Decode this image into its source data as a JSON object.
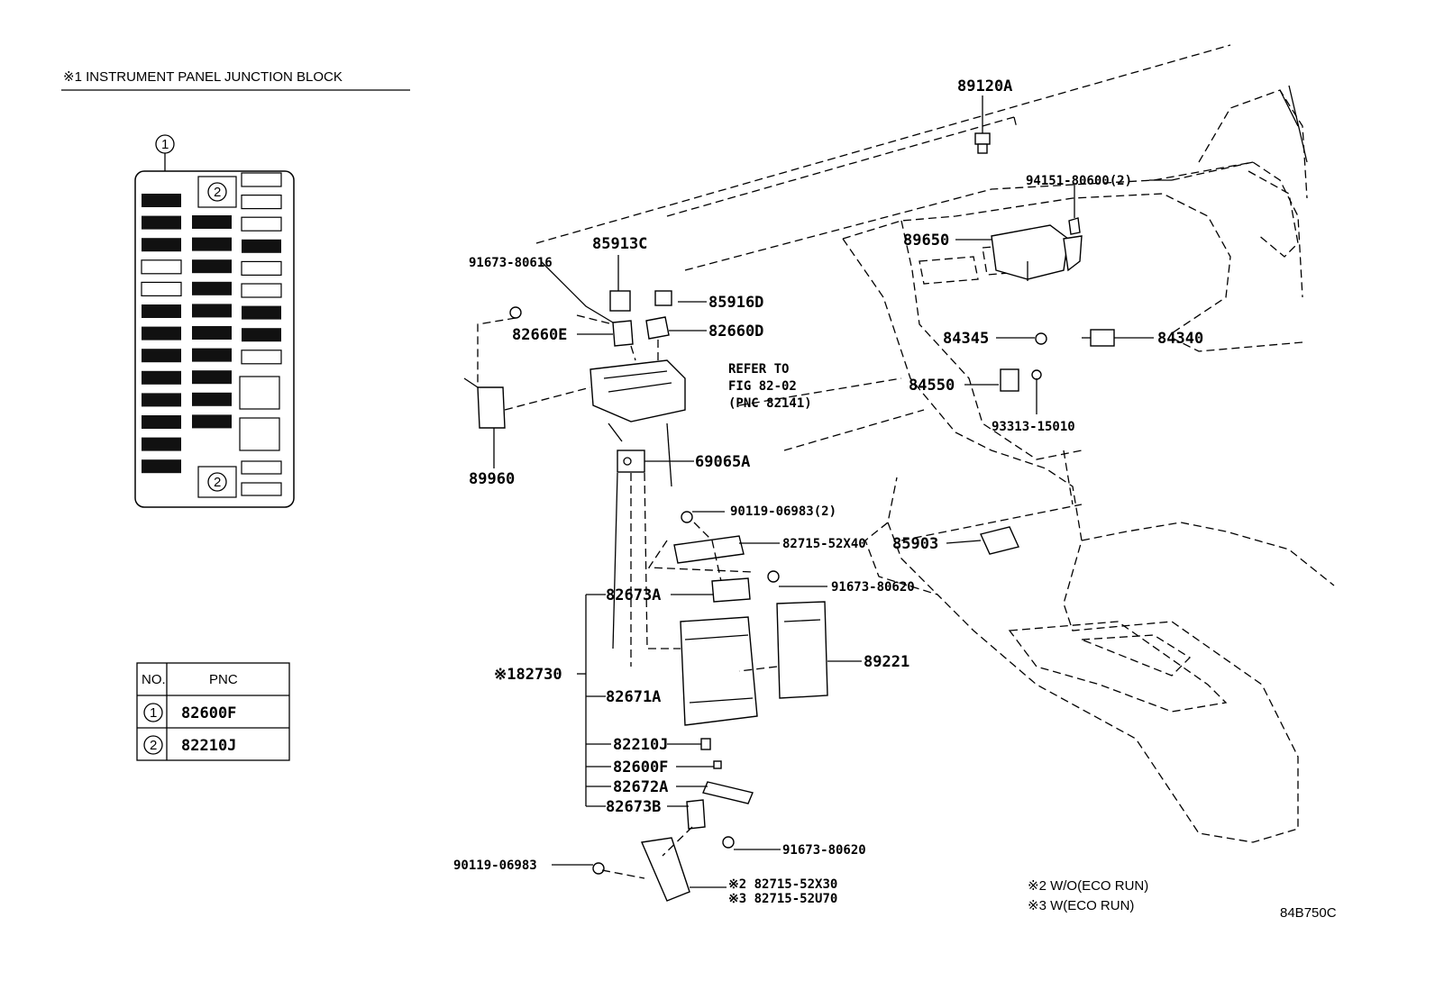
{
  "junction_block": {
    "title": "※1 INSTRUMENT PANEL JUNCTION BLOCK",
    "callout_1": "1",
    "callout_2": "2"
  },
  "pnc_table": {
    "headers": [
      "NO.",
      "PNC"
    ],
    "rows": [
      {
        "no": "1",
        "pnc": "82600F"
      },
      {
        "no": "2",
        "pnc": "82210J"
      }
    ]
  },
  "parts": {
    "p89120A": "89120A",
    "p94151": "94151-80600(2)",
    "p89650": "89650",
    "p85913C": "85913C",
    "p91673_80616": "91673-80616",
    "p85916D": "85916D",
    "p82660E": "82660E",
    "p82660D": "82660D",
    "p84345": "84345",
    "p84340": "84340",
    "refer_1": "REFER TO",
    "refer_2": "FIG 82-02",
    "refer_3": "(PNC 82141)",
    "p84550": "84550",
    "p93313": "93313-15010",
    "p89960": "89960",
    "p69065A": "69065A",
    "p90119_2": "90119-06983(2)",
    "p82715_52X40": "82715-52X40",
    "p85903": "85903",
    "p91673_80620_a": "91673-80620",
    "p82673A": "82673A",
    "p82730": "※182730",
    "p89221": "89221",
    "p82671A": "82671A",
    "p82210J": "82210J",
    "p82600F": "82600F",
    "p82672A": "82672A",
    "p82673B": "82673B",
    "p91673_80620_b": "91673-80620",
    "p90119": "90119-06983",
    "p82715_52X30": "※2 82715-52X30",
    "p82715_52U70": "※3 82715-52U70"
  },
  "notes": {
    "note_2": "※2 W/O(ECO RUN)",
    "note_3": "※3 W(ECO RUN)",
    "figure_code": "84B750C"
  },
  "fuse_grid": {
    "col1": [
      "dark",
      "dark",
      "dark",
      "light",
      "light",
      "dark",
      "dark",
      "dark",
      "dark",
      "dark",
      "dark",
      "dark",
      "dark"
    ],
    "col2": [
      "dark",
      "dark",
      "dark",
      "dark",
      "dark",
      "dark",
      "dark",
      "dark",
      "dark",
      "dark"
    ],
    "col3": [
      "light",
      "light",
      "light",
      "dark",
      "light",
      "light",
      "dark",
      "dark",
      "light"
    ],
    "col3_bottom": [
      "light",
      "light"
    ]
  }
}
